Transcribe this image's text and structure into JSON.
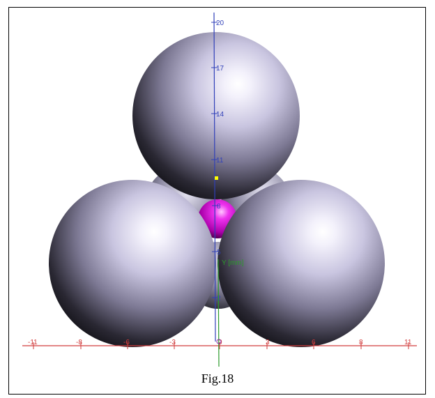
{
  "figure": {
    "caption": "Fig.18"
  },
  "axes": {
    "x_axis": {
      "color": "#d23c3c",
      "tick_labels": [
        "-11",
        "-8",
        "-6",
        "-3",
        "0",
        "3",
        "6",
        "8",
        "11"
      ]
    },
    "y_axis": {
      "label": "Y [mm]",
      "color": "#2a9a2a"
    },
    "z_axis": {
      "color": "#2f3fb8",
      "tick_labels": [
        "20",
        "17",
        "14",
        "11",
        "8",
        "5",
        "2"
      ]
    }
  },
  "spheres": {
    "large_color": "#c9c5e0",
    "small_color": "#cc00cc",
    "marker_color": "#ffff00"
  }
}
